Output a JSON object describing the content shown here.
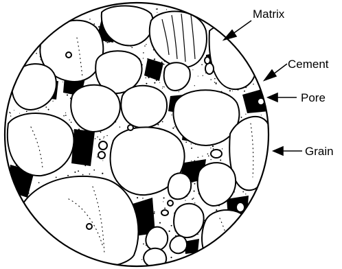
{
  "diagram": {
    "labels": {
      "matrix": "Matrix",
      "cement": "Cement",
      "pore": "Pore",
      "grain": "Grain"
    },
    "colors": {
      "ink": "#000000",
      "paper": "#ffffff"
    }
  }
}
